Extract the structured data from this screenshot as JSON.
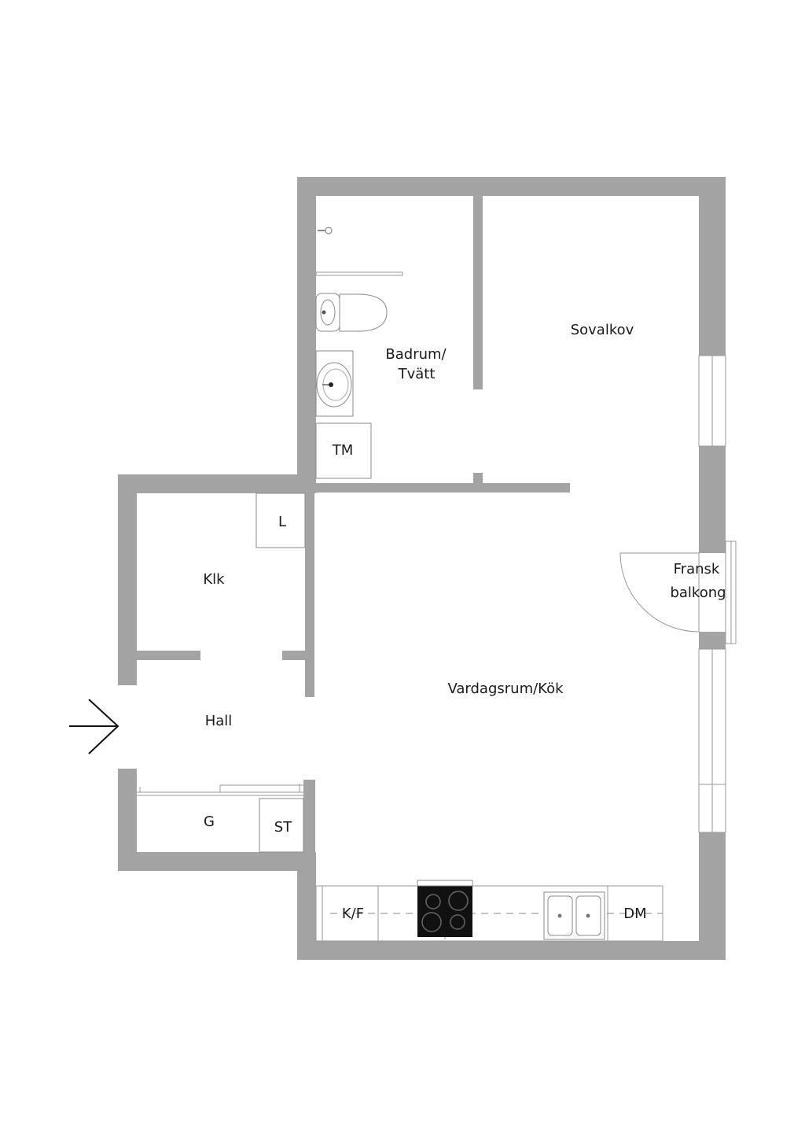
{
  "rooms": {
    "badrum": {
      "line1": "Badrum/",
      "line2": "Tvätt"
    },
    "sovalkov": "Sovalkov",
    "tm": "TM",
    "linen": "L",
    "klk": "Klk",
    "fransk_balkong": {
      "line1": "Fransk",
      "line2": "balkong"
    },
    "vardagsrum_kok": "Vardagsrum/Kök",
    "hall": "Hall",
    "garderob": "G",
    "stad": "ST",
    "kyl_frys": "K/F",
    "diskmaskin": "DM"
  },
  "colors": {
    "wall": "#a3a3a3",
    "background": "#ffffff",
    "stove": "#111111"
  }
}
